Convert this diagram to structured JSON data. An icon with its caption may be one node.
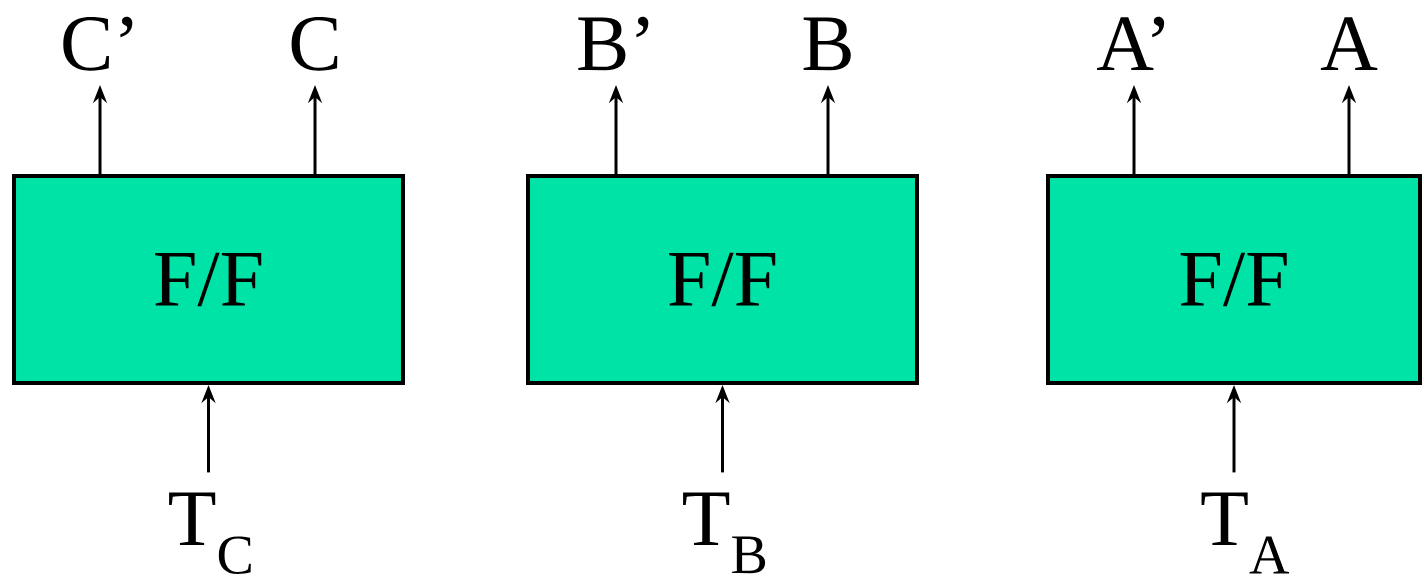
{
  "diagram": {
    "nodes": [
      {
        "text": [
          "C’"
        ]
      },
      {
        "text": [
          "C"
        ]
      },
      {
        "text": [
          "B’"
        ]
      },
      {
        "text": [
          "B"
        ]
      },
      {
        "text": [
          "A’"
        ]
      },
      {
        "text": [
          "A"
        ]
      },
      {
        "text": [
          "F/F"
        ]
      },
      {
        "text": [
          "F/F"
        ]
      },
      {
        "text": [
          "F/F"
        ]
      },
      {
        "text": [
          "T$_{C}$"
        ]
      },
      {
        "text": [
          "T$_{B}$"
        ]
      },
      {
        "text": [
          "T$_{A}$"
        ]
      }
    ],
    "edges": [
      {
        "from": 6,
        "to": 0,
        "arrow": "to"
      },
      {
        "from": 6,
        "to": 1,
        "arrow": "to"
      },
      {
        "from": 7,
        "to": 2,
        "arrow": "to"
      },
      {
        "from": 7,
        "to": 3,
        "arrow": "to"
      },
      {
        "from": 8,
        "to": 4,
        "arrow": "to"
      },
      {
        "from": 8,
        "to": 5,
        "arrow": "to"
      },
      {
        "from": 9,
        "to": 6,
        "arrow": "to"
      },
      {
        "from": 10,
        "to": 7,
        "arrow": "to"
      },
      {
        "from": 11,
        "to": 8,
        "arrow": "to"
      }
    ]
  }
}
